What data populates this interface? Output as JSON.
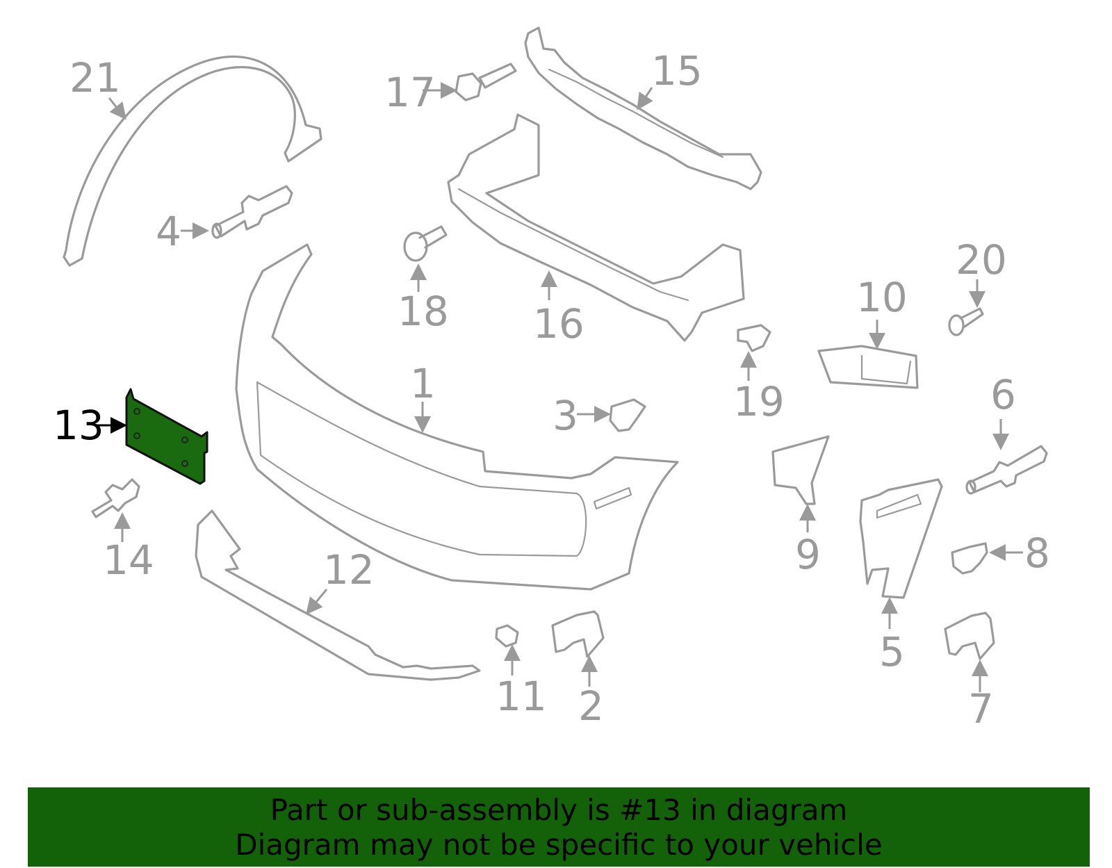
{
  "callouts": [
    "1",
    "2",
    "3",
    "4",
    "5",
    "6",
    "7",
    "8",
    "9",
    "10",
    "11",
    "12",
    "13",
    "14",
    "15",
    "16",
    "17",
    "18",
    "19",
    "20",
    "21"
  ],
  "highlighted_part": "13",
  "colors": {
    "highlight": "#1a6b0f",
    "banner": "#136209",
    "line": "#9a9a9a"
  },
  "banner": {
    "line1": "Part or sub-assembly is #13 in diagram",
    "line2": "Diagram may not be specific to your vehicle"
  }
}
